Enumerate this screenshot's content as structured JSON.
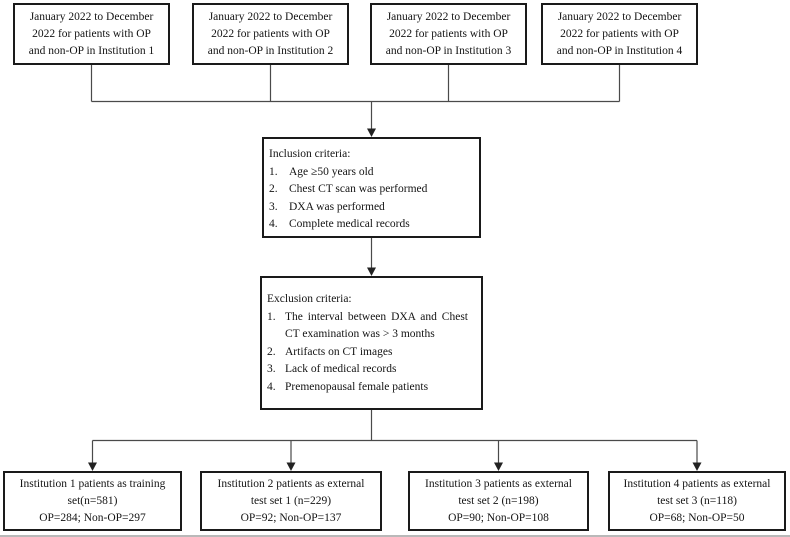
{
  "figure": {
    "background": "#ffffff",
    "box_border_color": "#1a1a1a",
    "connector_color": "#4a4a4a",
    "text_color": "#141414",
    "bottom_rule_color": "#b9b9b9"
  },
  "top_boxes": [
    {
      "lines": [
        "January 2022 to December",
        "2022 for patients with OP",
        "and non-OP in Institution 1"
      ]
    },
    {
      "lines": [
        "January 2022 to December",
        "2022 for patients with OP",
        "and non-OP in Institution 2"
      ]
    },
    {
      "lines": [
        "January 2022 to December",
        "2022 for patients with OP",
        "and non-OP in Institution 3"
      ]
    },
    {
      "lines": [
        "January 2022 to December",
        "2022 for patients with OP",
        "and non-OP in Institution 4"
      ]
    }
  ],
  "inclusion": {
    "title": "Inclusion criteria:",
    "items": [
      {
        "num": "1.",
        "text": "Age ≥50 years old"
      },
      {
        "num": "2.",
        "text": "Chest CT scan was performed"
      },
      {
        "num": "3.",
        "text": "DXA was performed"
      },
      {
        "num": "4.",
        "text": "Complete medical records"
      }
    ]
  },
  "exclusion": {
    "title": "Exclusion criteria:",
    "items": [
      {
        "num": "1.",
        "text": "The interval between DXA and Chest CT examination was > 3 months"
      },
      {
        "num": "2.",
        "text": "Artifacts on CT images"
      },
      {
        "num": "3.",
        "text": "Lack of medical records"
      },
      {
        "num": "4.",
        "text": "Premenopausal female patients"
      }
    ]
  },
  "bottom_boxes": [
    {
      "lines": [
        "Institution 1 patients as training",
        "set(n=581)",
        "OP=284; Non-OP=297"
      ]
    },
    {
      "lines": [
        "Institution 2 patients as external",
        "test set 1 (n=229)",
        "OP=92; Non-OP=137"
      ]
    },
    {
      "lines": [
        "Institution 3 patients as external",
        "test set 2 (n=198)",
        "OP=90; Non-OP=108"
      ]
    },
    {
      "lines": [
        "Institution 4 patients as external",
        "test set 3 (n=118)",
        "OP=68; Non-OP=50"
      ]
    }
  ]
}
